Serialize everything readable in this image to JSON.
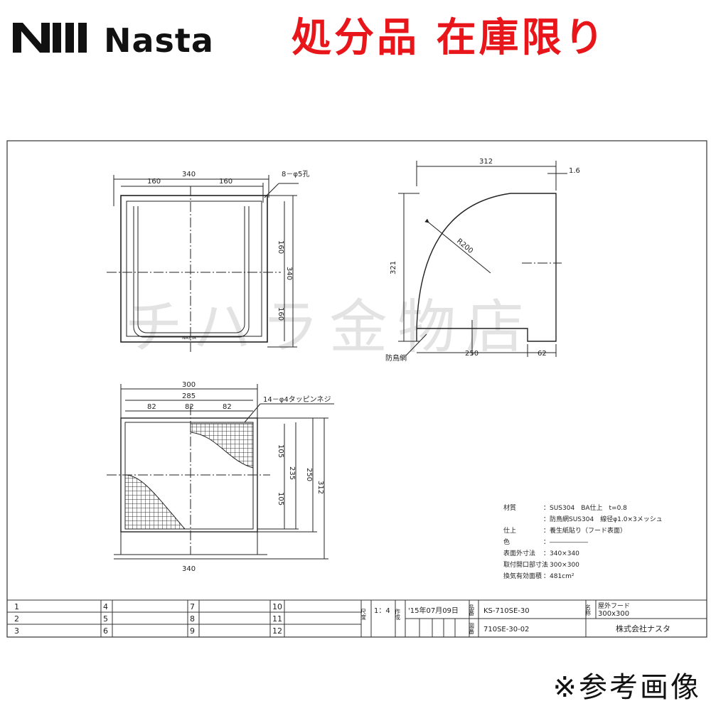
{
  "header": {
    "brand": "Nasta",
    "notice": "処分品 在庫限り"
  },
  "watermark": "チハラ金物店",
  "views": {
    "front": {
      "dims": {
        "width": "340",
        "half_left": "160",
        "half_right": "160",
        "hole_note": "8－φ5孔",
        "height_upper": "160",
        "height": "340",
        "height_lower": "160"
      },
      "brand_mark": "NASTA"
    },
    "side": {
      "dims": {
        "depth": "312",
        "thickness": "1.6",
        "height": "321",
        "radius": "R200",
        "base": "250",
        "lip": "62"
      },
      "mesh_label": "防鳥網"
    },
    "bottom": {
      "dims": {
        "width": "300",
        "pitch_span": "285",
        "pitch1": "82",
        "pitch2": "82",
        "pitch3": "82",
        "screw_note": "14－φ4タッピンネジ",
        "h_upper": "105",
        "h_total": "235",
        "h_lower": "105",
        "opening": "250",
        "overall": "312",
        "base_width": "340"
      }
    }
  },
  "specs": [
    {
      "label": "材質",
      "value": "：SUS304　BA仕上　t=0.8"
    },
    {
      "label": "",
      "value": "：防鳥網SUS304　線径φ1.0×3メッシュ"
    },
    {
      "label": "仕上",
      "value": "：養生紙貼り（フード表面）"
    },
    {
      "label": "色",
      "value": "：――――――"
    },
    {
      "label": "表面外寸法",
      "value": "：340×340"
    },
    {
      "label": "取付開口部寸法",
      "value": "：300×300"
    },
    {
      "label": "換気有効面積",
      "value": "：481cm²"
    }
  ],
  "title_block": {
    "revisions": [
      [
        "1",
        "4",
        "7",
        "10"
      ],
      [
        "2",
        "5",
        "8",
        "11"
      ],
      [
        "3",
        "6",
        "9",
        "12"
      ]
    ],
    "scale_label": "尺度",
    "scale": "1：4",
    "date_label": "作成",
    "date": "'15年07月09日",
    "part_no_label": "品番",
    "part_no": "KS-710SE-30",
    "name_label": "名称",
    "name_line1": "屋外フード",
    "name_line2": "300x300",
    "drawing_no_label": "図番",
    "drawing_no": "710SE-30-02",
    "company": "株式会社ナスタ"
  },
  "footer": {
    "note": "※参考画像"
  },
  "colors": {
    "notice": "#e8161b",
    "ink": "#222222",
    "watermark": "#e3e3e3"
  }
}
